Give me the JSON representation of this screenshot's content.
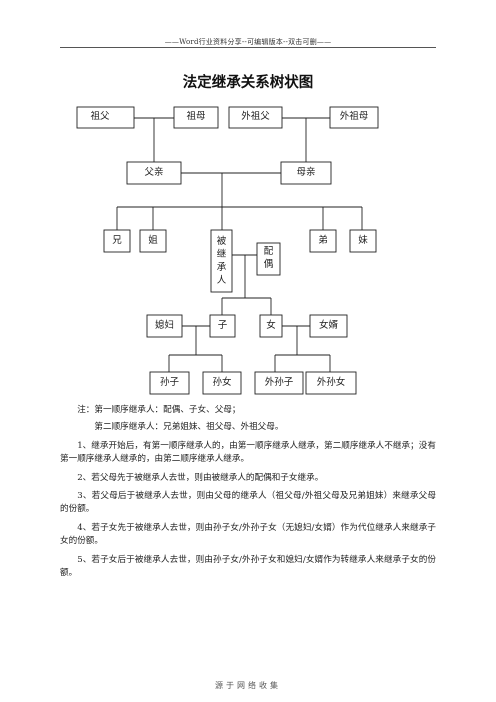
{
  "header": {
    "text": "——Word行业资料分享--可编辑版本--双击可删——"
  },
  "title": "法定继承关系树状图",
  "tree": {
    "grandfather": "祖父",
    "grandmother": "祖母",
    "maternal_grandfather": "外祖父",
    "maternal_grandmother": "外祖母",
    "father": "父亲",
    "mother": "母亲",
    "elder_brother": "兄",
    "elder_sister": "姐",
    "decedent": [
      "被",
      "继",
      "承",
      "人"
    ],
    "spouse": [
      "配",
      "偶"
    ],
    "younger_brother": "弟",
    "younger_sister": "妹",
    "daughter_in_law": "媳妇",
    "son": "子",
    "daughter": "女",
    "son_in_law": "女婿",
    "grandson": "孙子",
    "granddaughter": "孙女",
    "maternal_grandson": "外孙子",
    "maternal_granddaughter": "外孙女"
  },
  "notes": [
    "注：第一顺序继承人：配偶、子女、父母；",
    "第二顺序继承人：兄弟姐妹、祖父母、外祖父母。",
    "1、继承开始后，有第一顺序继承人的，由第一顺序继承人继承，第二顺序继承人不继承；没有第一顺序继承人继承的，由第二顺序继承人继承。",
    "2、若父母先于被继承人去世，则由被继承人的配偶和子女继承。",
    "3、若父母后于被继承人去世，则由父母的继承人（祖父母/外祖父母及兄弟姐妹）来继承父母的份额。",
    "4、若子女先于被继承人去世，则由孙子女/外孙子女（无媳妇/女婿）作为代位继承人来继承子女的份额。",
    "5、若子女后于被继承人去世，则由孙子女/外孙子女和媳妇/女婿作为转继承人来继承子女的份额。"
  ],
  "footer": "源于网络收集"
}
